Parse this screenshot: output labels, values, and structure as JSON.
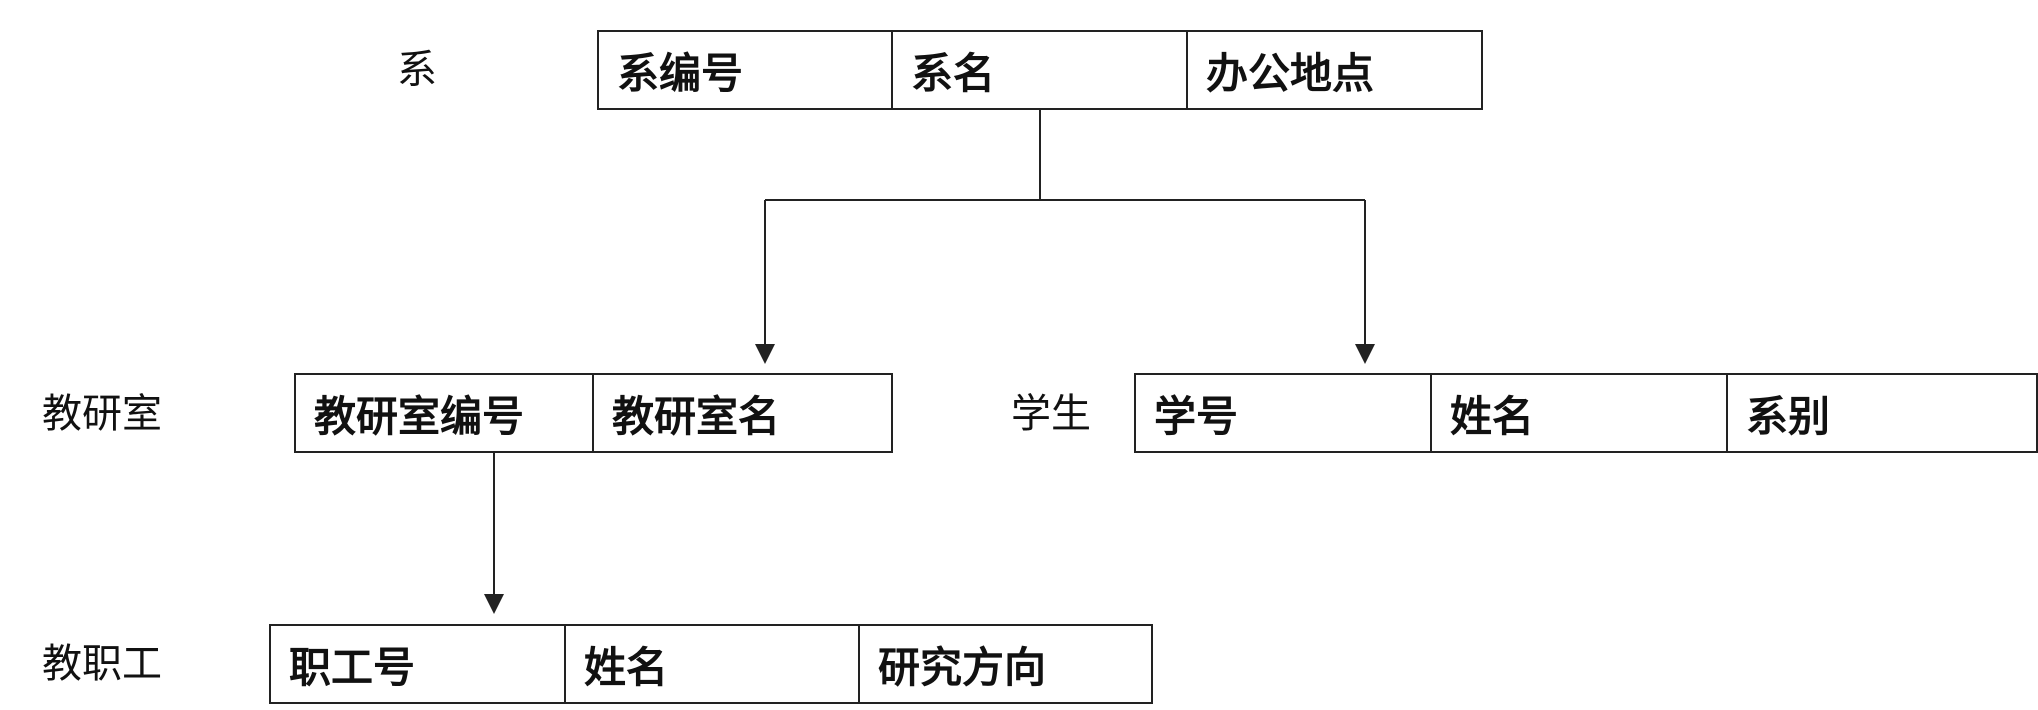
{
  "entities": {
    "department": {
      "label": "系",
      "fields": [
        "系编号",
        "系名",
        "办公地点"
      ]
    },
    "teaching_office": {
      "label": "教研室",
      "fields": [
        "教研室编号",
        "教研室名"
      ]
    },
    "student": {
      "label": "学生",
      "fields": [
        "学号",
        "姓名",
        "系别"
      ]
    },
    "staff": {
      "label": "教职工",
      "fields": [
        "职工号",
        "姓名",
        "研究方向"
      ]
    }
  }
}
